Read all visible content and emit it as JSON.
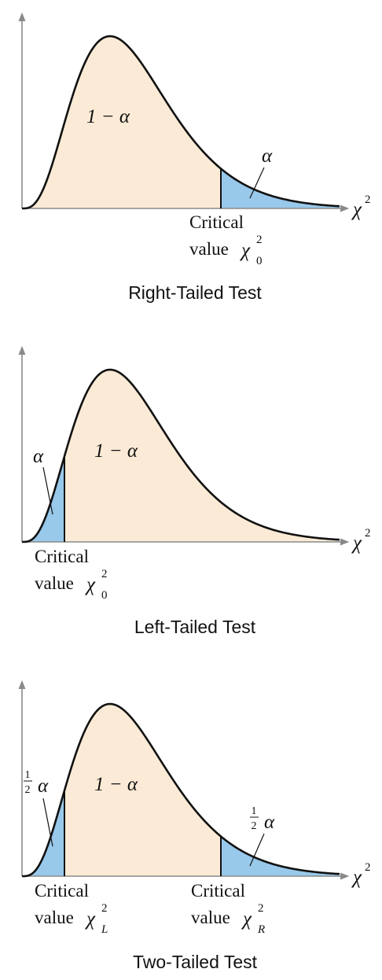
{
  "colors": {
    "body_fill": "#fbebd6",
    "tail_fill": "#98c8ea",
    "curve": "#111111",
    "axis": "#8a8a8a"
  },
  "symbols": {
    "one_minus_alpha": "1 − α",
    "alpha": "α",
    "half_num": "1",
    "half_den": "2",
    "chi": "χ",
    "squared": "2",
    "zero_sub": "0",
    "L_sub": "L",
    "R_sub": "R"
  },
  "labels": {
    "critical": "Critical",
    "value": "value"
  },
  "panels": [
    {
      "title": "Right-Tailed Test",
      "tails": [
        "right"
      ]
    },
    {
      "title": "Left-Tailed Test",
      "tails": [
        "left"
      ]
    },
    {
      "title": "Two-Tailed Test",
      "tails": [
        "left",
        "right"
      ]
    }
  ]
}
